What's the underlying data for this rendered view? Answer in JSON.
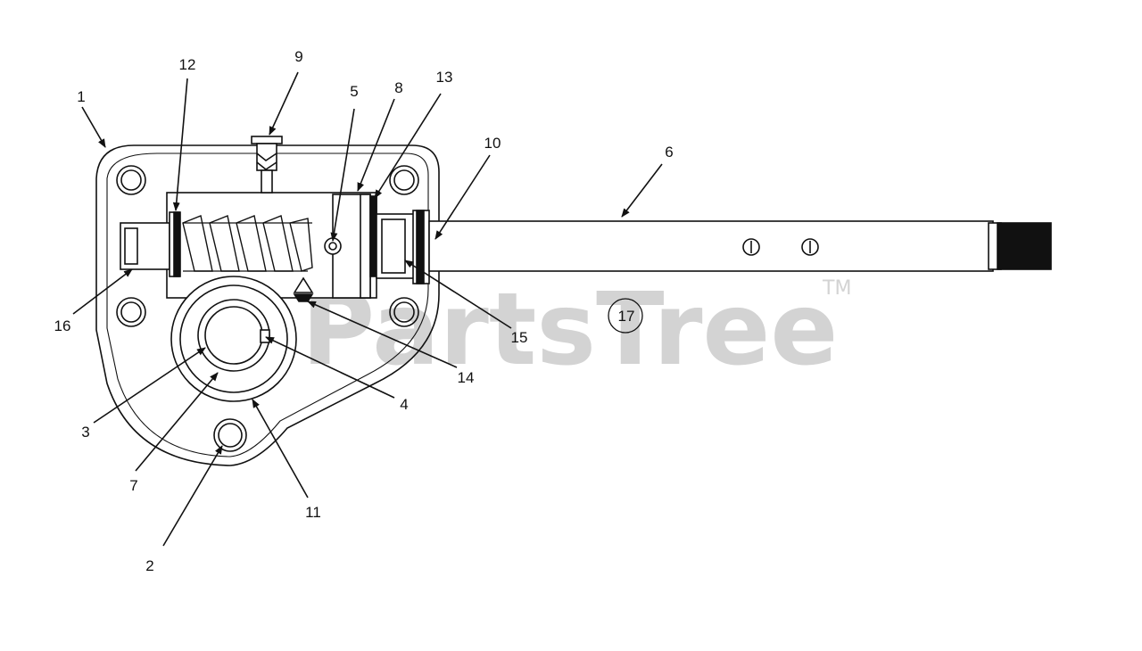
{
  "diagram": {
    "watermark": "PartsTree",
    "watermark_mark": "TM",
    "callouts": {
      "c1": "1",
      "c2": "2",
      "c3": "3",
      "c4": "4",
      "c5": "5",
      "c6": "6",
      "c7": "7",
      "c8": "8",
      "c9": "9",
      "c10": "10",
      "c11": "11",
      "c12": "12",
      "c13": "13",
      "c14": "14",
      "c15": "15",
      "c16": "16",
      "c17": "17"
    }
  }
}
